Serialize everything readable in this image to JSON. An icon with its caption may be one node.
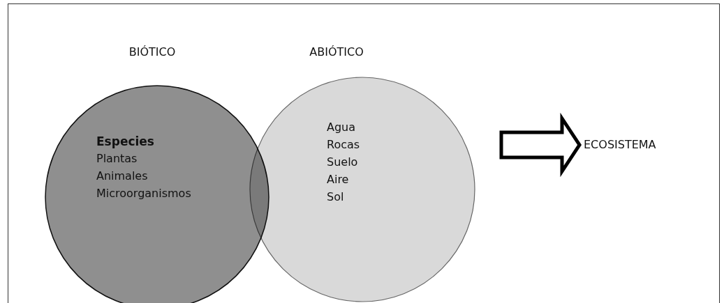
{
  "diagram": {
    "nodes": [
      {
        "text": [
          "BIÓTICO",
          "Especies",
          "Plantas",
          "Animales",
          "Microorganismos"
        ]
      },
      {
        "text": [
          "ABIÓTICO",
          "Agua",
          "Rocas",
          "Suelo",
          "Aire",
          "Sol"
        ]
      },
      {
        "text": [
          "ECOSISTEMA"
        ]
      }
    ],
    "edges": [
      {
        "from": null,
        "to": 2,
        "arrow": "to",
        "style": "thick"
      }
    ]
  }
}
